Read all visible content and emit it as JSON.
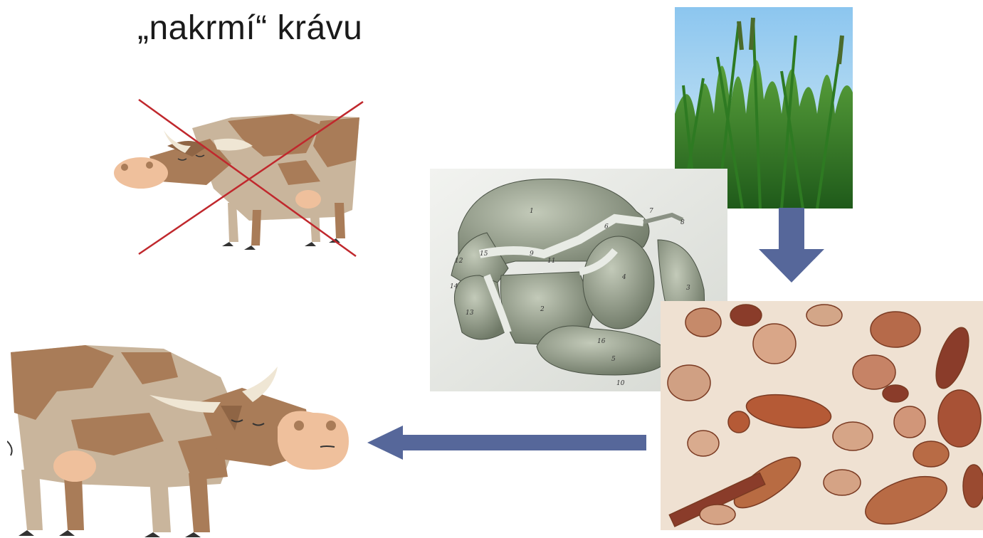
{
  "slide": {
    "title": "„nakrmí“ krávu",
    "colors": {
      "arrow": "#56679a",
      "cross": "#c0282d",
      "cow_brown": "#a97c58",
      "cow_light": "#c9b59c",
      "cow_face": "#efc09c",
      "grass": "#3f8a2e",
      "sky": "#a9d2ee",
      "microscope_bg": "#efe1d2",
      "stomach": "#8c9880"
    },
    "illustrations": [
      {
        "name": "crossed-out-cow",
        "icon": "cow-icon"
      },
      {
        "name": "grass-photo",
        "icon": "grass-icon"
      },
      {
        "name": "ruminant-stomach-drawing",
        "icon": "stomach-icon"
      },
      {
        "name": "rumen-protozoa-micrograph",
        "icon": "microscope-icon"
      },
      {
        "name": "well-fed-cow",
        "icon": "cow-icon"
      }
    ],
    "stomach_numbers": [
      "1",
      "2",
      "3",
      "4",
      "5",
      "6",
      "7",
      "8",
      "9",
      "10",
      "11",
      "12",
      "13",
      "14",
      "15",
      "16"
    ]
  }
}
